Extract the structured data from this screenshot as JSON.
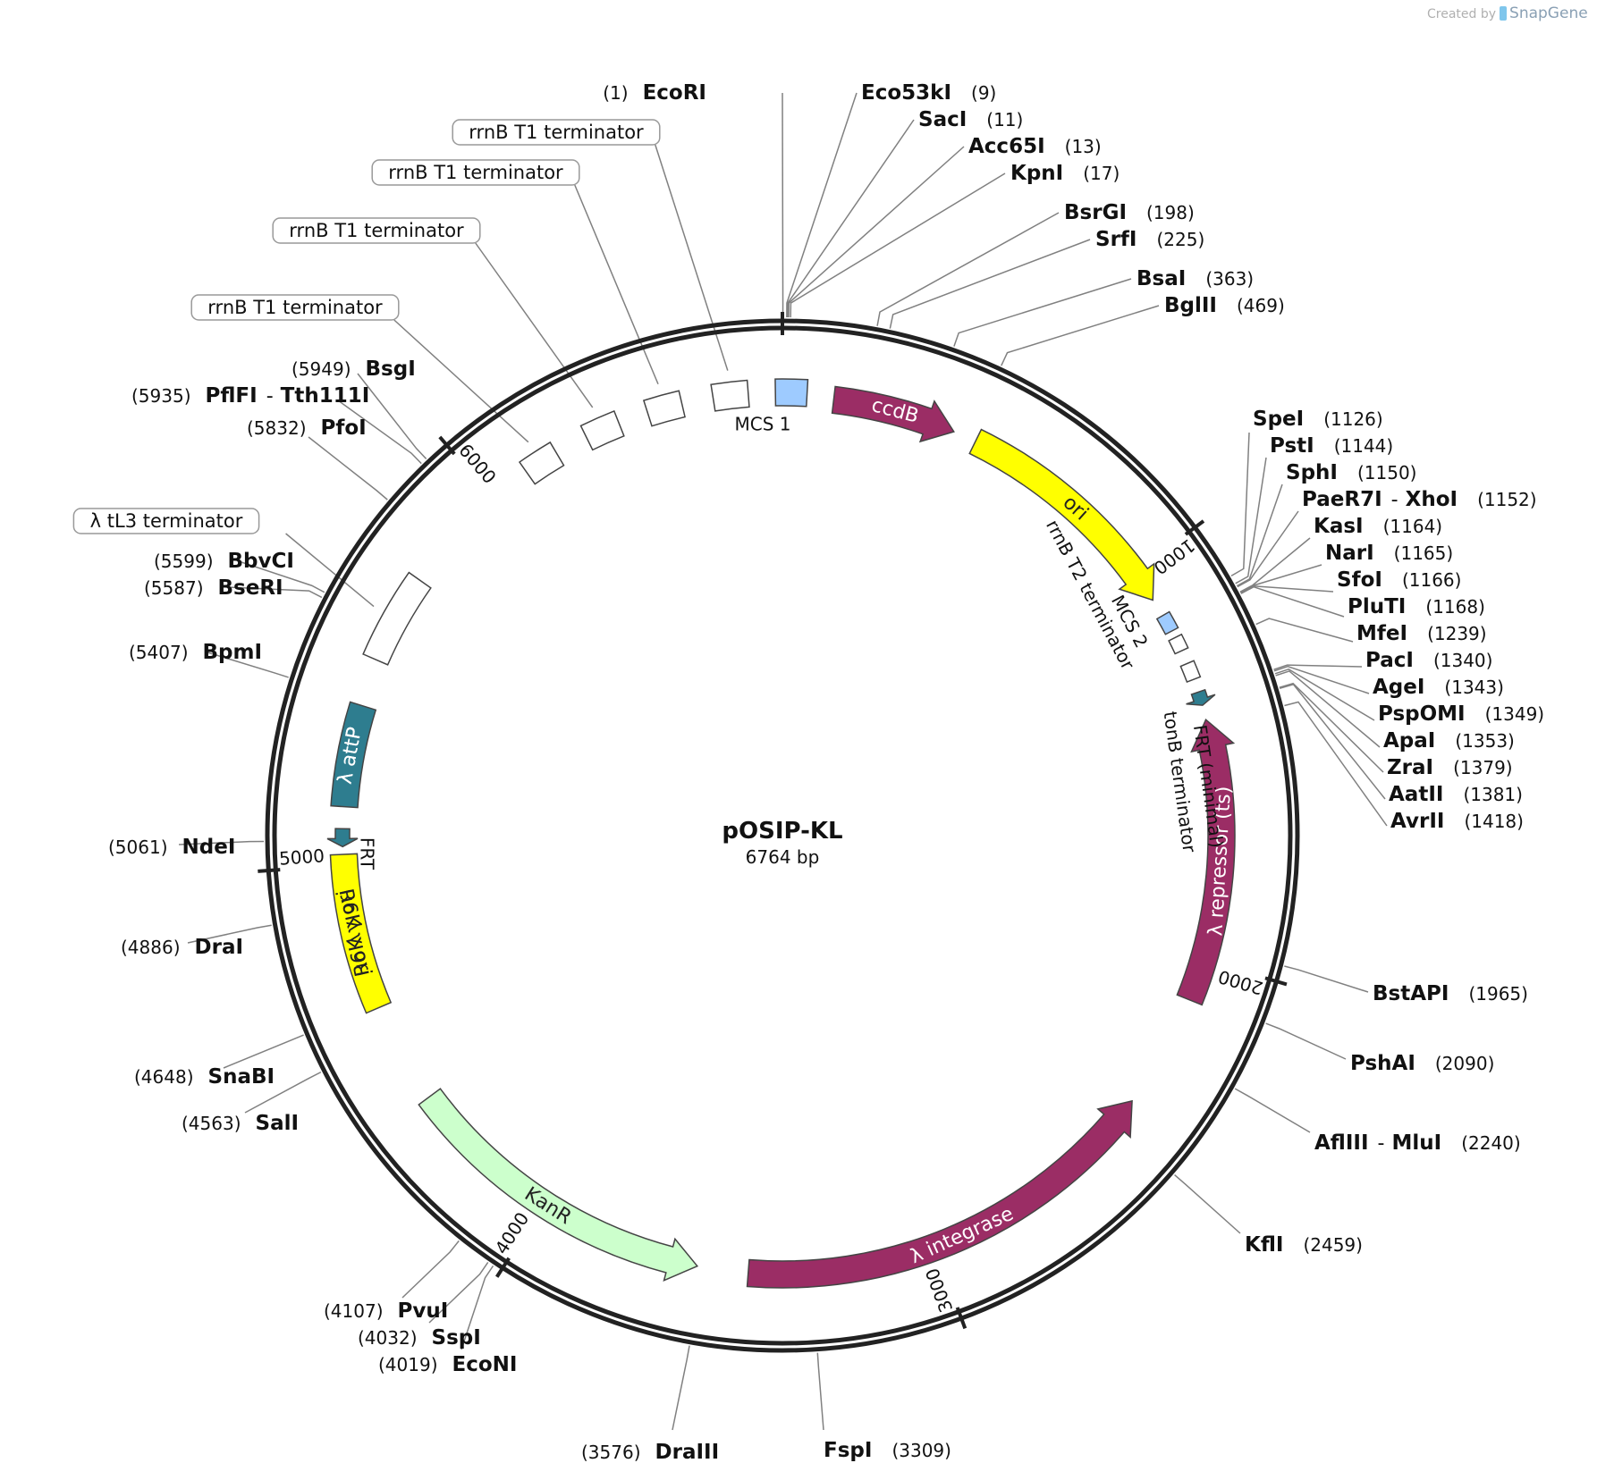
{
  "credit": {
    "prefix": "Created by",
    "brand": "SnapGene"
  },
  "plasmid": {
    "name": "pOSIP-KL",
    "length_label": "6764 bp",
    "length": 6764
  },
  "ticks": [
    {
      "label": "1000",
      "pos": 1000
    },
    {
      "label": "2000",
      "pos": 2000
    },
    {
      "label": "3000",
      "pos": 3000
    },
    {
      "label": "4000",
      "pos": 4000
    },
    {
      "label": "5000",
      "pos": 5000
    },
    {
      "label": "6000",
      "pos": 6000
    }
  ],
  "features": [
    {
      "id": "mcs1",
      "label": "MCS 1",
      "kind": "box",
      "color": "#9ecbff",
      "start": -17,
      "end": 60
    },
    {
      "id": "ccdb",
      "label": "ccdB",
      "kind": "arrow",
      "color": "#9b2d65",
      "start": 126,
      "end": 432,
      "text": "#ffffff"
    },
    {
      "id": "ori",
      "label": "ori",
      "kind": "arrow",
      "color": "#ffff00",
      "start": 490,
      "end": 1081,
      "text": "#222222"
    },
    {
      "id": "mcs2",
      "label": "MCS 2",
      "kind": "box",
      "color": "#9ecbff",
      "start": 1126,
      "end": 1170
    },
    {
      "id": "rrnbt2",
      "label": "rrnB T2 terminator",
      "kind": "box",
      "color": "#ffffff",
      "start": 1188,
      "end": 1224
    },
    {
      "id": "tonb",
      "label": "tonB terminator",
      "kind": "box",
      "color": "#ffffff",
      "start": 1258,
      "end": 1300
    },
    {
      "id": "frt1",
      "label": "FRT (minimal)",
      "kind": "arrow",
      "color": "#2e7d8f",
      "start": 1333,
      "end": 1367
    },
    {
      "id": "lrep",
      "label": "λ repressor (ts)",
      "kind": "arrowRev",
      "color": "#9b2d65",
      "start": 1403,
      "end": 2104,
      "text": "#ffffff"
    },
    {
      "id": "lint",
      "label": "λ integrase",
      "kind": "arrowRev",
      "color": "#9b2d65",
      "start": 2390,
      "end": 3466,
      "text": "#ffffff"
    },
    {
      "id": "kanr",
      "label": "KanR",
      "kind": "arrowRev",
      "color": "#ccffcc",
      "start": 3592,
      "end": 4387,
      "text": "#222222"
    },
    {
      "id": "r6k",
      "label": "R6K γ ori",
      "kind": "box",
      "color": "#ffff00",
      "start": 4639,
      "end": 5027,
      "text": "#222222"
    },
    {
      "id": "frt2",
      "label": "FRT",
      "kind": "arrowRev",
      "color": "#2e7d8f",
      "start": 5046,
      "end": 5090
    },
    {
      "id": "attp",
      "label": "λ attP",
      "kind": "box",
      "color": "#2e7d8f",
      "start": 5144,
      "end": 5396,
      "text": "#ffffff"
    },
    {
      "id": "tl3",
      "label": "λ tL3 terminator",
      "kind": "box",
      "color": "#ffffff",
      "start": 5513,
      "end": 5734
    },
    {
      "id": "t1a",
      "label": "rrnB T1 terminator",
      "kind": "box",
      "color": "#ffffff",
      "start": 6104,
      "end": 6190
    },
    {
      "id": "t1b",
      "label": "rrnB T1 terminator",
      "kind": "box",
      "color": "#ffffff",
      "start": 6272,
      "end": 6358
    },
    {
      "id": "t1c",
      "label": "rrnB T1 terminator",
      "kind": "box",
      "color": "#ffffff",
      "start": 6432,
      "end": 6518
    },
    {
      "id": "t1d",
      "label": "rrnB T1 terminator",
      "kind": "box",
      "color": "#ffffff",
      "start": 6595,
      "end": 6681
    }
  ],
  "feature_callouts": [
    {
      "label": "MCS 1"
    },
    {
      "label": "ccdB"
    },
    {
      "label": "ori"
    },
    {
      "label": "MCS 2"
    },
    {
      "label": "rrnB T2 terminator"
    },
    {
      "label": "tonB terminator"
    },
    {
      "label": "FRT (minimal)"
    },
    {
      "label": "λ repressor (ts)"
    },
    {
      "label": "λ integrase"
    },
    {
      "label": "KanR"
    },
    {
      "label": "R6K γ ori"
    },
    {
      "label": "FRT"
    },
    {
      "label": "λ attP"
    }
  ],
  "boxed_labels": [
    {
      "label": "rrnB T1 terminator",
      "feature": "t1d"
    },
    {
      "label": "rrnB T1 terminator",
      "feature": "t1c"
    },
    {
      "label": "rrnB T1 terminator",
      "feature": "t1b"
    },
    {
      "label": "rrnB T1 terminator",
      "feature": "t1a"
    },
    {
      "label": "λ tL3 terminator",
      "feature": "tl3"
    }
  ],
  "sites": [
    {
      "name": "EcoRI",
      "pos": "(1)",
      "bp": 1
    },
    {
      "name": "Eco53kI",
      "pos": "(9)",
      "bp": 9
    },
    {
      "name": "SacI",
      "pos": "(11)",
      "bp": 11
    },
    {
      "name": "Acc65I",
      "pos": "(13)",
      "bp": 13
    },
    {
      "name": "KpnI",
      "pos": "(17)",
      "bp": 17
    },
    {
      "name": "BsrGI",
      "pos": "(198)",
      "bp": 198
    },
    {
      "name": "SrfI",
      "pos": "(225)",
      "bp": 225
    },
    {
      "name": "BsaI",
      "pos": "(363)",
      "bp": 363
    },
    {
      "name": "BglII",
      "pos": "(469)",
      "bp": 469
    },
    {
      "name": "SpeI",
      "pos": "(1126)",
      "bp": 1126
    },
    {
      "name": "PstI",
      "pos": "(1144)",
      "bp": 1144
    },
    {
      "name": "SphI",
      "pos": "(1150)",
      "bp": 1150
    },
    {
      "name": "PaeR7I",
      "name2": "XhoI",
      "pos": "(1152)",
      "bp": 1152
    },
    {
      "name": "KasI",
      "pos": "(1164)",
      "bp": 1164
    },
    {
      "name": "NarI",
      "pos": "(1165)",
      "bp": 1165
    },
    {
      "name": "SfoI",
      "pos": "(1166)",
      "bp": 1166
    },
    {
      "name": "PluTI",
      "pos": "(1168)",
      "bp": 1168
    },
    {
      "name": "MfeI",
      "pos": "(1239)",
      "bp": 1239
    },
    {
      "name": "PacI",
      "pos": "(1340)",
      "bp": 1340
    },
    {
      "name": "AgeI",
      "pos": "(1343)",
      "bp": 1343
    },
    {
      "name": "PspOMI",
      "pos": "(1349)",
      "bp": 1349
    },
    {
      "name": "ApaI",
      "pos": "(1353)",
      "bp": 1353
    },
    {
      "name": "ZraI",
      "pos": "(1379)",
      "bp": 1379
    },
    {
      "name": "AatII",
      "pos": "(1381)",
      "bp": 1381
    },
    {
      "name": "AvrII",
      "pos": "(1418)",
      "bp": 1418
    },
    {
      "name": "BstAPI",
      "pos": "(1965)",
      "bp": 1965
    },
    {
      "name": "PshAI",
      "pos": "(2090)",
      "bp": 2090
    },
    {
      "name": "AflIII",
      "name2": "MluI",
      "pos": "(2240)",
      "bp": 2240
    },
    {
      "name": "KflI",
      "pos": "(2459)",
      "bp": 2459
    },
    {
      "name": "FspI",
      "pos": "(3309)",
      "bp": 3309
    },
    {
      "name": "DraIII",
      "pos": "(3576)",
      "bp": 3576
    },
    {
      "name": "EcoNI",
      "pos": "(4019)",
      "bp": 4019
    },
    {
      "name": "SspI",
      "pos": "(4032)",
      "bp": 4032
    },
    {
      "name": "PvuI",
      "pos": "(4107)",
      "bp": 4107
    },
    {
      "name": "SalI",
      "pos": "(4563)",
      "bp": 4563
    },
    {
      "name": "SnaBI",
      "pos": "(4648)",
      "bp": 4648
    },
    {
      "name": "DraI",
      "pos": "(4886)",
      "bp": 4886
    },
    {
      "name": "NdeI",
      "pos": "(5061)",
      "bp": 5061
    },
    {
      "name": "BpmI",
      "pos": "(5407)",
      "bp": 5407
    },
    {
      "name": "BseRI",
      "pos": "(5587)",
      "bp": 5587
    },
    {
      "name": "BbvCI",
      "pos": "(5599)",
      "bp": 5599
    },
    {
      "name": "PfoI",
      "pos": "(5832)",
      "bp": 5832
    },
    {
      "name": "PflFI",
      "name2": "Tth111I",
      "pos": "(5935)",
      "bp": 5935
    },
    {
      "name": "BsgI",
      "pos": "(5949)",
      "bp": 5949
    }
  ],
  "colors": {
    "backbone": "#222222",
    "leader": "#808080",
    "text": "#111111"
  }
}
